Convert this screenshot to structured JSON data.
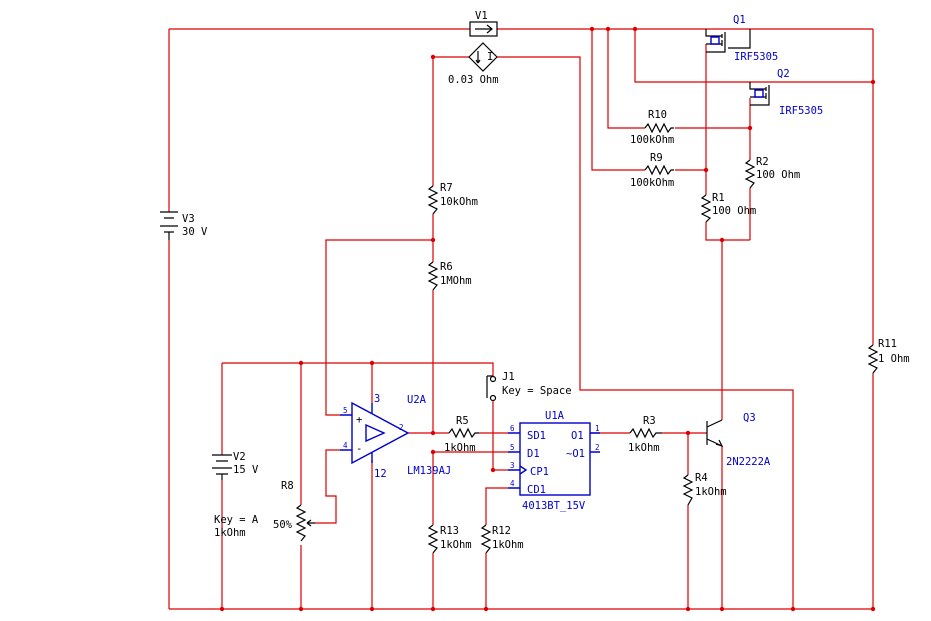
{
  "components": {
    "V1": {
      "ref": "V1",
      "value": "0.03 Ohm"
    },
    "V2": {
      "ref": "V2",
      "value": "15 V"
    },
    "V3": {
      "ref": "V3",
      "value": "30 V"
    },
    "Q1": {
      "ref": "Q1",
      "model": "IRF5305"
    },
    "Q2": {
      "ref": "Q2",
      "model": "IRF5305"
    },
    "Q3": {
      "ref": "Q3",
      "model": "2N2222A"
    },
    "R1": {
      "ref": "R1",
      "value": "100 Ohm"
    },
    "R2": {
      "ref": "R2",
      "value": "100 Ohm"
    },
    "R3": {
      "ref": "R3",
      "value": "1kOhm"
    },
    "R4": {
      "ref": "R4",
      "value": "1kOhm"
    },
    "R5": {
      "ref": "R5",
      "value": "1kOhm"
    },
    "R6": {
      "ref": "R6",
      "value": "1MOhm"
    },
    "R7": {
      "ref": "R7",
      "value": "10kOhm"
    },
    "R8": {
      "ref": "R8",
      "key": "Key = A",
      "value": "1kOhm",
      "percent": "50%"
    },
    "R9": {
      "ref": "R9",
      "value": "100kOhm"
    },
    "R10": {
      "ref": "R10",
      "value": "100kOhm"
    },
    "R11": {
      "ref": "R11",
      "value": "1 Ohm"
    },
    "R12": {
      "ref": "R12",
      "value": "1kOhm"
    },
    "R13": {
      "ref": "R13",
      "value": "1kOhm"
    },
    "J1": {
      "ref": "J1",
      "key": "Key = Space"
    },
    "U2A": {
      "ref": "U2A",
      "model": "LM139AJ",
      "pin_plus": "5",
      "pin_minus": "4",
      "pin_out": "2",
      "pin_vcc": "3",
      "pin_gnd": "12"
    },
    "U1A": {
      "ref": "U1A",
      "model": "4013BT_15V",
      "pins": {
        "sd": "SD1",
        "d": "D1",
        "cp": "CP1",
        "cd": "CD1",
        "q": "O1",
        "qn": "~O1"
      },
      "pin_numbers": {
        "sd": "6",
        "d": "5",
        "cp": "3",
        "cd": "4",
        "q": "1",
        "qn": "2"
      }
    }
  },
  "colors": {
    "wire": "#dd0000",
    "component": "#000000",
    "ic": "#0000cc",
    "background": "#ffffff"
  }
}
